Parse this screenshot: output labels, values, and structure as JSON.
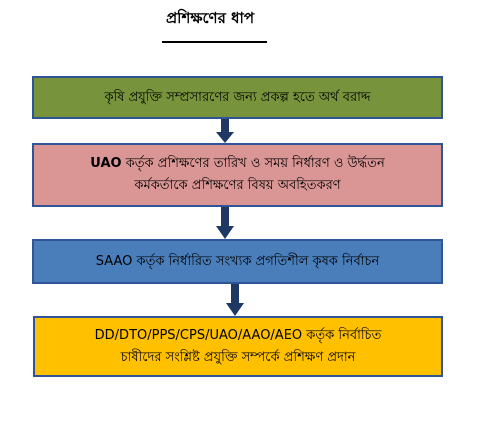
{
  "diagram": {
    "title": "প্রশিক্ষণের ধাপ",
    "steps": [
      {
        "line1": "কৃষি প্রযুক্তি সম্প্রসারণের জন্য প্রকল্প হতে অর্থ বরাদ্দ",
        "color": "#77933c"
      },
      {
        "prefix": "UAO",
        "line1_rest": " কর্তৃক প্রশিক্ষণের তারিখ ও সময় নির্ধারণ ও উর্দ্ধতন",
        "line2": "কর্মকর্তাকে প্রশিক্ষণের বিষয় অবহিতকরণ",
        "color": "#d99694"
      },
      {
        "line1": "SAAO কর্তৃক নির্ধারিত সংখ্যক প্রগতিশীল কৃষক নির্বাচন",
        "color": "#4a7ebb"
      },
      {
        "line1": "DD/DTO/PPS/CPS/UAO/AAO/AEO কর্তৃক নির্বাচিত",
        "line2": "চাষীদের সংশ্লিষ্ট প্রযুক্তি সম্পর্কে প্রশিক্ষণ প্রদান",
        "color": "#ffc000"
      }
    ],
    "arrow_color": "#1f3864"
  }
}
